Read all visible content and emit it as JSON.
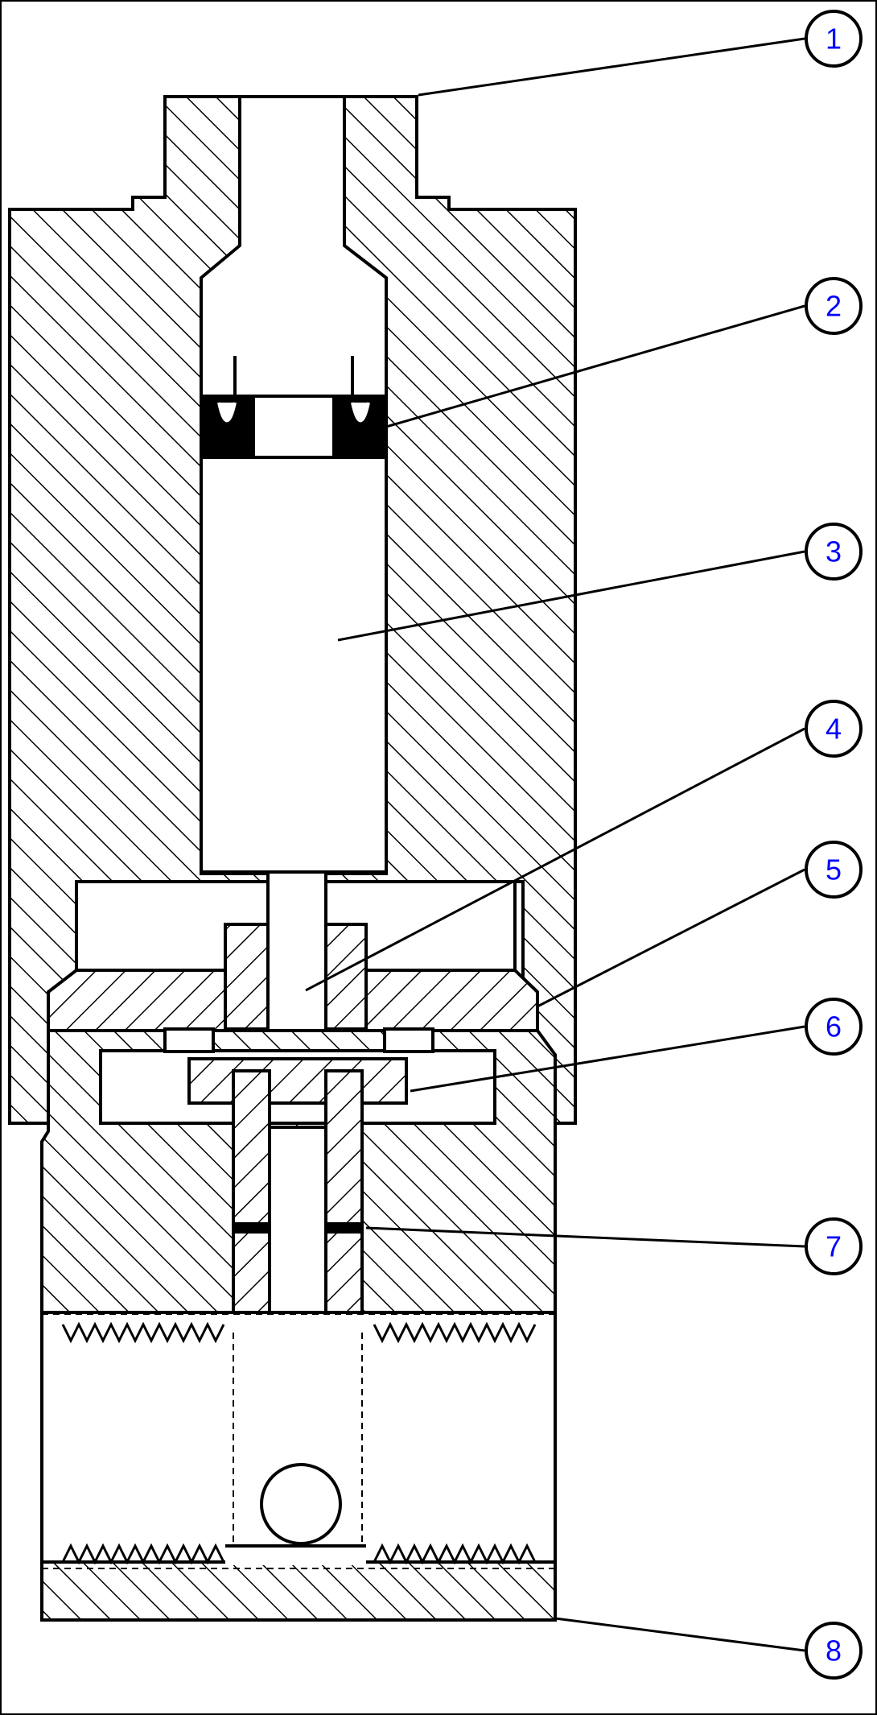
{
  "diagram": {
    "type": "valve-cross-section",
    "callouts": [
      {
        "id": "1",
        "label": "1"
      },
      {
        "id": "2",
        "label": "2"
      },
      {
        "id": "3",
        "label": "3"
      },
      {
        "id": "4",
        "label": "4"
      },
      {
        "id": "5",
        "label": "5"
      },
      {
        "id": "6",
        "label": "6"
      },
      {
        "id": "7",
        "label": "7"
      },
      {
        "id": "8",
        "label": "8"
      }
    ],
    "colors": {
      "line": "#000000",
      "callout_text": "#0000ff",
      "background": "#ffffff"
    }
  }
}
